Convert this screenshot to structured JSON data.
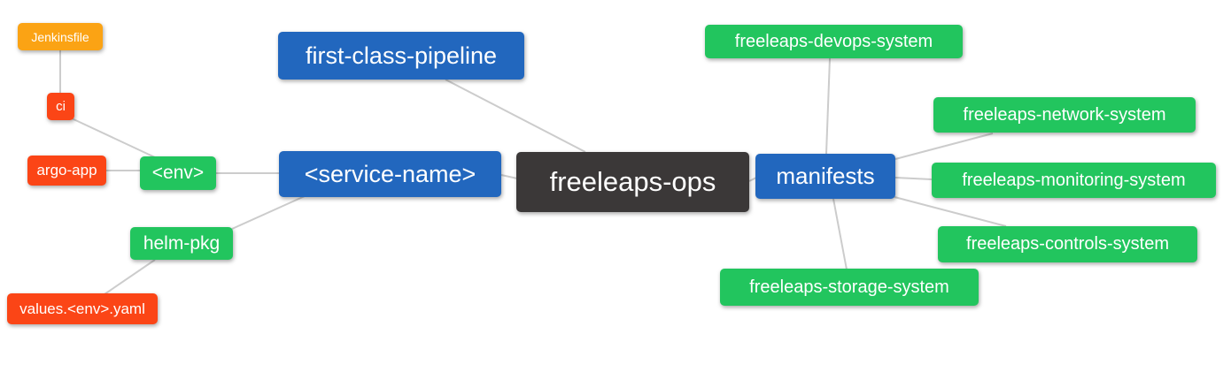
{
  "diagram": {
    "type": "mindmap",
    "root_id": "freeleaps_ops",
    "colors": {
      "background": "#ffffff",
      "text_color": "#ffffff",
      "edge_color": "#cccccc",
      "root_bg": "#3b3838",
      "branch_bg": "#2267be",
      "leaf_green_bg": "#22c55e",
      "leaf_red_bg": "#fb4516",
      "leaf_orange_bg": "#fba314"
    },
    "nodes": {
      "freeleaps_ops": {
        "label": "freeleaps-ops",
        "role": "root"
      },
      "first_class_pipeline": {
        "label": "first-class-pipeline",
        "role": "branch"
      },
      "service_name": {
        "label": "<service-name>",
        "role": "branch"
      },
      "manifests": {
        "label": "manifests",
        "role": "branch"
      },
      "env": {
        "label": "<env>",
        "role": "leaf"
      },
      "helm_pkg": {
        "label": "helm-pkg",
        "role": "leaf"
      },
      "ci": {
        "label": "ci",
        "role": "leaf"
      },
      "jenkinsfile": {
        "label": "Jenkinsfile",
        "role": "leaf"
      },
      "argo_app": {
        "label": "argo-app",
        "role": "leaf"
      },
      "values_env_yaml": {
        "label": "values.<env>.yaml",
        "role": "leaf"
      },
      "devops_system": {
        "label": "freeleaps-devops-system",
        "role": "leaf"
      },
      "network_system": {
        "label": "freeleaps-network-system",
        "role": "leaf"
      },
      "monitoring_system": {
        "label": "freeleaps-monitoring-system",
        "role": "leaf"
      },
      "controls_system": {
        "label": "freeleaps-controls-system",
        "role": "leaf"
      },
      "storage_system": {
        "label": "freeleaps-storage-system",
        "role": "leaf"
      }
    },
    "edges": [
      [
        "jenkinsfile",
        "ci"
      ],
      [
        "ci",
        "env"
      ],
      [
        "argo_app",
        "env"
      ],
      [
        "env",
        "service_name"
      ],
      [
        "helm_pkg",
        "service_name"
      ],
      [
        "values_env_yaml",
        "helm_pkg"
      ],
      [
        "first_class_pipeline",
        "freeleaps_ops"
      ],
      [
        "service_name",
        "freeleaps_ops"
      ],
      [
        "freeleaps_ops",
        "manifests"
      ],
      [
        "manifests",
        "devops_system"
      ],
      [
        "manifests",
        "network_system"
      ],
      [
        "manifests",
        "monitoring_system"
      ],
      [
        "manifests",
        "controls_system"
      ],
      [
        "manifests",
        "storage_system"
      ]
    ]
  }
}
